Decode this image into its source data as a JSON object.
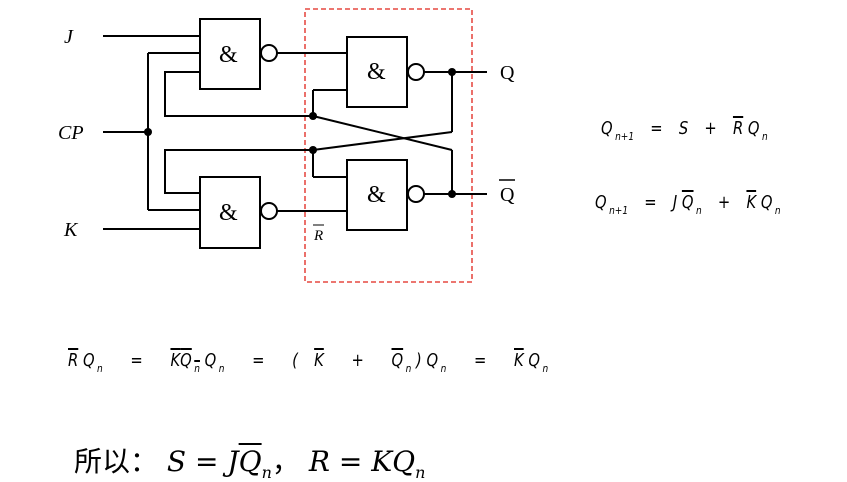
{
  "circuit": {
    "inputs": {
      "j": "J",
      "cp": "CP",
      "k": "K"
    },
    "outputs": {
      "q": "Q",
      "q_bar": "Q"
    },
    "gate_symbol": "&",
    "r_bar_label": "R",
    "highlight_color": "#e0241b"
  },
  "equations": {
    "eq1": {
      "lhs": "Q",
      "lhs_sub": "n+1",
      "eq": "=",
      "s": "S",
      "plus": "+",
      "r": "R",
      "q": "Q",
      "q_sub": "n"
    },
    "eq2": {
      "lhs": "Q",
      "lhs_sub": "n+1",
      "eq": "=",
      "j": "J",
      "q1": "Q",
      "q1_sub": "n",
      "plus": "+",
      "k": "K",
      "q2": "Q",
      "q2_sub": "n"
    },
    "derivation": {
      "r": "R",
      "q1": "Q",
      "q1_sub": "n",
      "eq1": "=",
      "k1": "K",
      "q2": "Q",
      "q2_sub": "n",
      "q3": "Q",
      "q3_sub": "n",
      "eq2": "=",
      "lparen": "(",
      "k2": "K",
      "plus": "+",
      "q4": "Q",
      "q4_sub": "n",
      "rparen": ")",
      "q5": "Q",
      "q5_sub": "n",
      "eq3": "=",
      "k3": "K",
      "q6": "Q",
      "q6_sub": "n"
    },
    "final": {
      "prefix": "所以：",
      "s": "S",
      "eq1": "=",
      "j": "J",
      "q": "Q",
      "q_sub": "n",
      "comma": "，",
      "r": "R",
      "eq2": "=",
      "k": "K",
      "q2": "Q",
      "q2_sub": "n"
    }
  }
}
